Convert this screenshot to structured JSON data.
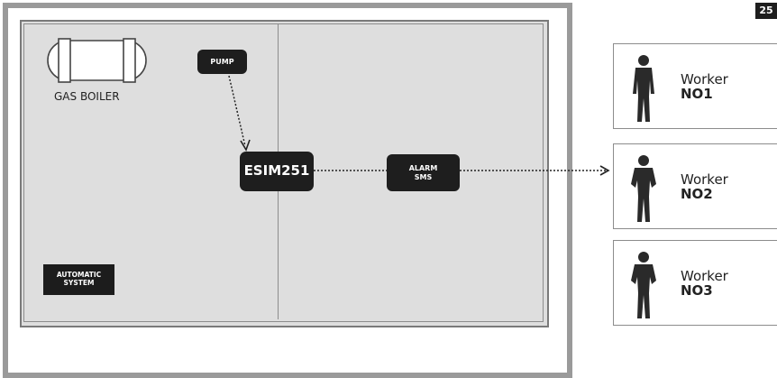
{
  "page_number": "25",
  "diagram": {
    "gas_boiler_label": "GAS BOILER",
    "pump_label": "PUMP",
    "device_label": "ESIM251",
    "alarm_label": "ALARM\nSMS",
    "automatic_system_label": "AUTOMATIC\nSYSTEM"
  },
  "workers": [
    {
      "title": "Worker",
      "number": "NO1"
    },
    {
      "title": "Worker",
      "number": "NO2"
    },
    {
      "title": "Worker",
      "number": "NO3"
    }
  ],
  "colors": {
    "dark_box": "#1e1e1e",
    "room_fill": "#dedede",
    "frame": "#9a9a9a"
  }
}
